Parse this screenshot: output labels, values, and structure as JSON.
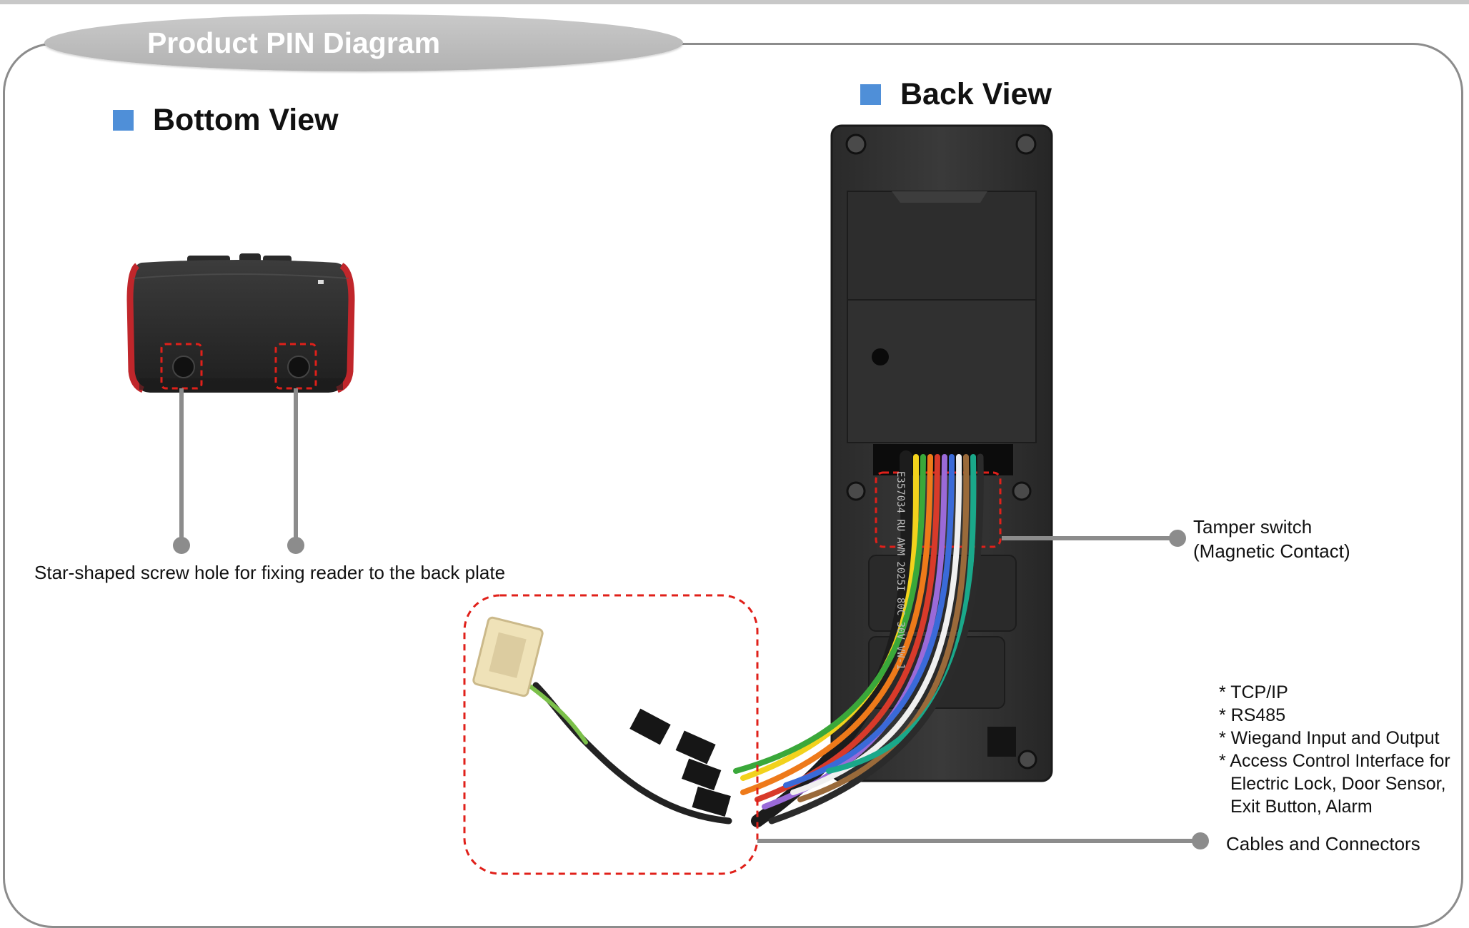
{
  "title": "Product PIN Diagram",
  "bottom_view": {
    "heading": "Bottom View",
    "screw_hole_label": "Star-shaped screw hole for fixing reader to the back plate"
  },
  "back_view": {
    "heading": "Back View",
    "tamper_line1": "Tamper switch",
    "tamper_line2": "(Magnetic Contact)",
    "features": [
      "* TCP/IP",
      "* RS485",
      "* Wiegand Input and Output",
      "* Access Control Interface for",
      "Electric Lock, Door Sensor,",
      "Exit Button, Alarm"
    ],
    "cables_label": "Cables and Connectors",
    "cable_print": "E357034  RU  AWM 2025I 80C 30V VW-1"
  },
  "colors": {
    "accent_square": "#4f8fd8",
    "title_tab": "#b9b9b9",
    "callout_line": "#8c8c8c",
    "highlight_dash": "#e0201a"
  }
}
